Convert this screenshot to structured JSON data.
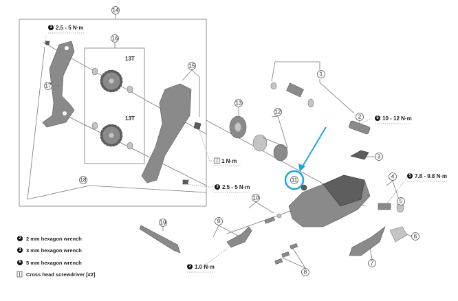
{
  "parts": {
    "p1": "1",
    "p2": "2",
    "p3": "3",
    "p4": "4",
    "p5": "5",
    "p6": "6",
    "p7": "7",
    "p8": "8",
    "p9": "9",
    "p10": "10",
    "p11": "11",
    "p12": "12",
    "p13": "13",
    "p14": "14",
    "p15": "15",
    "p16": "16",
    "p17": "17",
    "p18": "18",
    "p19": "19"
  },
  "pulley_teeth": {
    "upper": "13T",
    "lower": "13T"
  },
  "torques": {
    "cage_bolt_top": {
      "tool": "3",
      "value": "2.5 - 5 N·m"
    },
    "screw_1": {
      "tool": "screwdriver",
      "value": "1 N·m"
    },
    "cage_bolt_bottom": {
      "tool": "3",
      "value": "2.5 - 5 N·m"
    },
    "mount_bolt": {
      "tool": "5",
      "value": "10 - 12 N·m"
    },
    "cable_bolt": {
      "tool": "5",
      "value": "7.8 - 9.8 N·m"
    },
    "guide_bolt": {
      "tool": "2",
      "value": "1.0 N·m"
    }
  },
  "legend": [
    {
      "badge": "2",
      "text": "2 mm hexagon wrench"
    },
    {
      "badge": "3",
      "text": "3 mm hexagon wrench"
    },
    {
      "badge": "5",
      "text": "5 mm hexagon wrench"
    },
    {
      "badge": "screwdriver",
      "text": "Cross head screwdriver [#2]"
    }
  ],
  "colors": {
    "highlight": "#1aa7e0",
    "line": "#777777",
    "badge": "#111111"
  }
}
